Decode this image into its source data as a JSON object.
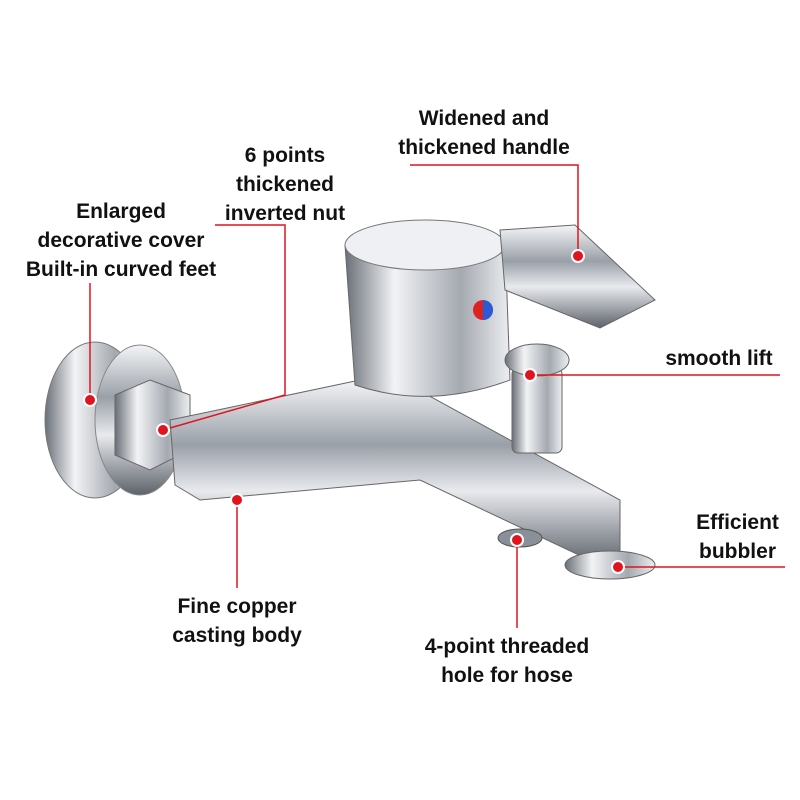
{
  "accent_color": "#e0141e",
  "labels": {
    "handle": [
      "Widened and",
      "thickened handle"
    ],
    "nut": [
      "6 points",
      "thickened",
      "inverted nut"
    ],
    "cover": [
      "Enlarged",
      "decorative cover",
      "Built-in curved feet"
    ],
    "lift": [
      "smooth lift"
    ],
    "bubbler": [
      "Efficient",
      "bubbler"
    ],
    "hose": [
      "4-point threaded",
      "hole for hose"
    ],
    "body": [
      "Fine copper",
      "casting body"
    ]
  }
}
